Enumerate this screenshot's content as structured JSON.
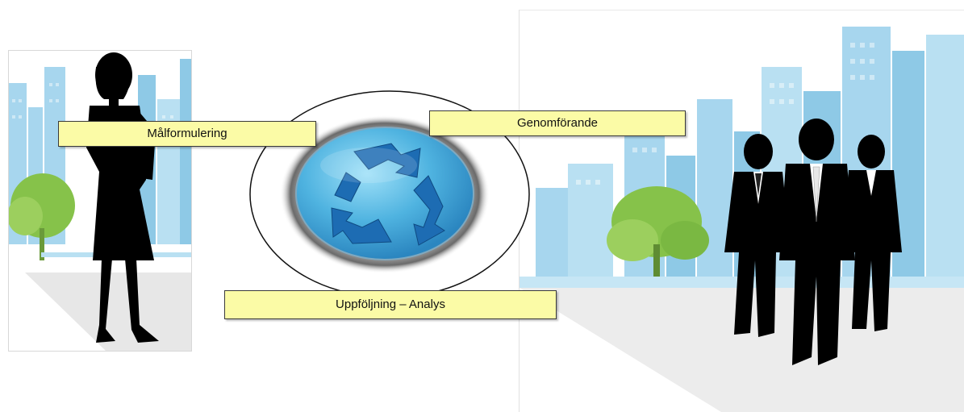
{
  "labels": {
    "step_1": "Målformulering",
    "step_2": "Genomförande",
    "step_3": "Uppföljning – Analys"
  },
  "icons": {
    "center": "recycle-icon",
    "left_figure": "businesswoman-silhouette",
    "right_figure": "business-group-silhouette"
  },
  "colors": {
    "label_fill": "#fbfba6",
    "button_blue": "#4fb3e0",
    "arrow_blue": "#1d6cb3",
    "city_blue": "#8ec9e6",
    "tree_green": "#86c24a",
    "silhouette": "#000000"
  }
}
